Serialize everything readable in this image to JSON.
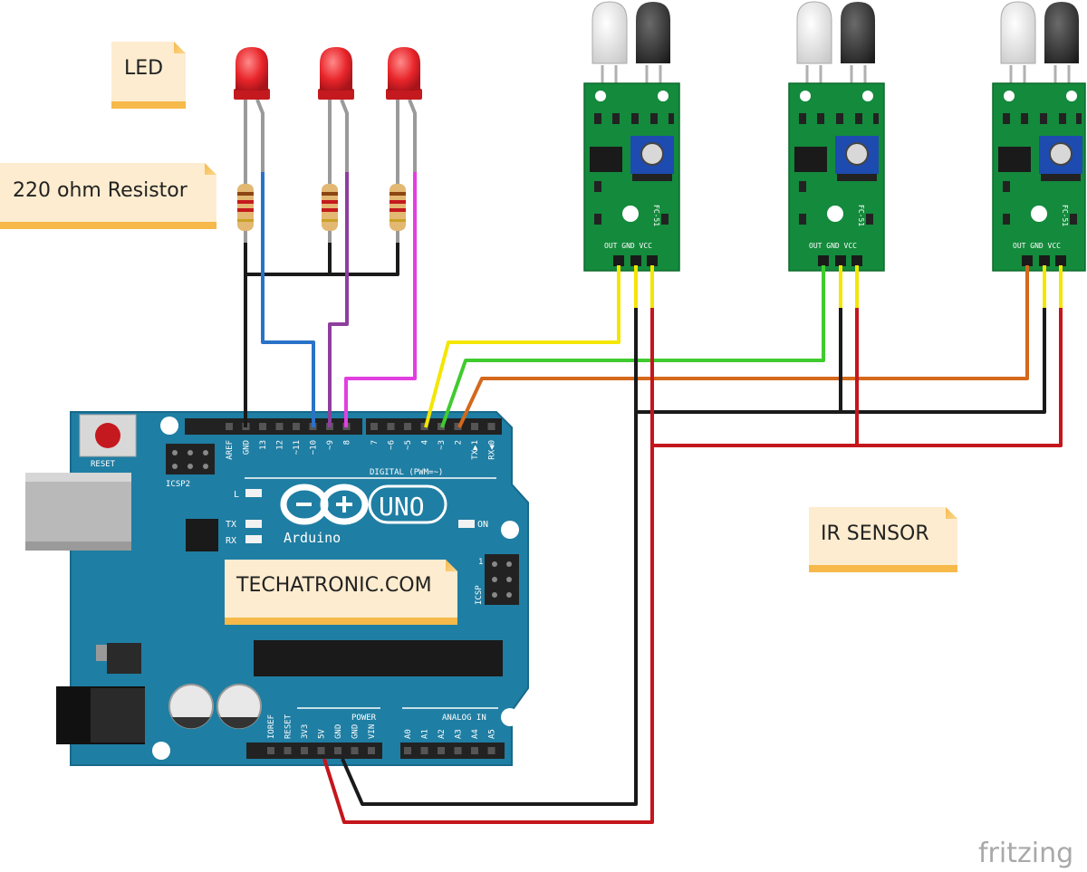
{
  "notes": {
    "led": "LED",
    "resistor": "220 ohm Resistor",
    "ir_sensor": "IR SENSOR",
    "website": "TECHATRONIC.COM"
  },
  "board": {
    "reset": "RESET",
    "icsp2": "ICSP2",
    "icsp": "ICSP",
    "digital": "DIGITAL (PWM=~)",
    "led_l": "L",
    "tx": "TX",
    "rx": "RX",
    "on": "ON",
    "uno": "UNO",
    "brand": "Arduino",
    "power": "POWER",
    "analog": "ANALOG IN",
    "icsp_pin": "1",
    "top_pins_left": [
      "AREF",
      "GND",
      "13",
      "12",
      "~11",
      "~10",
      "~9",
      "8"
    ],
    "top_pins_right": [
      "7",
      "~6",
      "~5",
      "4",
      "~3",
      "2",
      "TX▶1",
      "RX◀0"
    ],
    "power_pins": [
      "IOREF",
      "RESET",
      "3V3",
      "5V",
      "GND",
      "GND",
      "VIN"
    ],
    "analog_pins": [
      "A0",
      "A1",
      "A2",
      "A3",
      "A4",
      "A5"
    ]
  },
  "sensor": {
    "model": "FC-51",
    "pin_labels": "OUT GND VCC"
  },
  "watermark": "fritzing",
  "colors": {
    "board": "#1f7ea3",
    "sensor_pcb": "#148a3c",
    "led": "#e8262b",
    "wire_black": "#1a1a1a",
    "wire_red": "#c4161c",
    "wire_blue": "#2a72c8",
    "wire_purple": "#8e3f9c",
    "wire_magenta": "#e23fe0",
    "wire_yellow": "#f3e600",
    "wire_green": "#3fcb2e",
    "wire_orange": "#d4681c",
    "note": "#fdeccf"
  }
}
